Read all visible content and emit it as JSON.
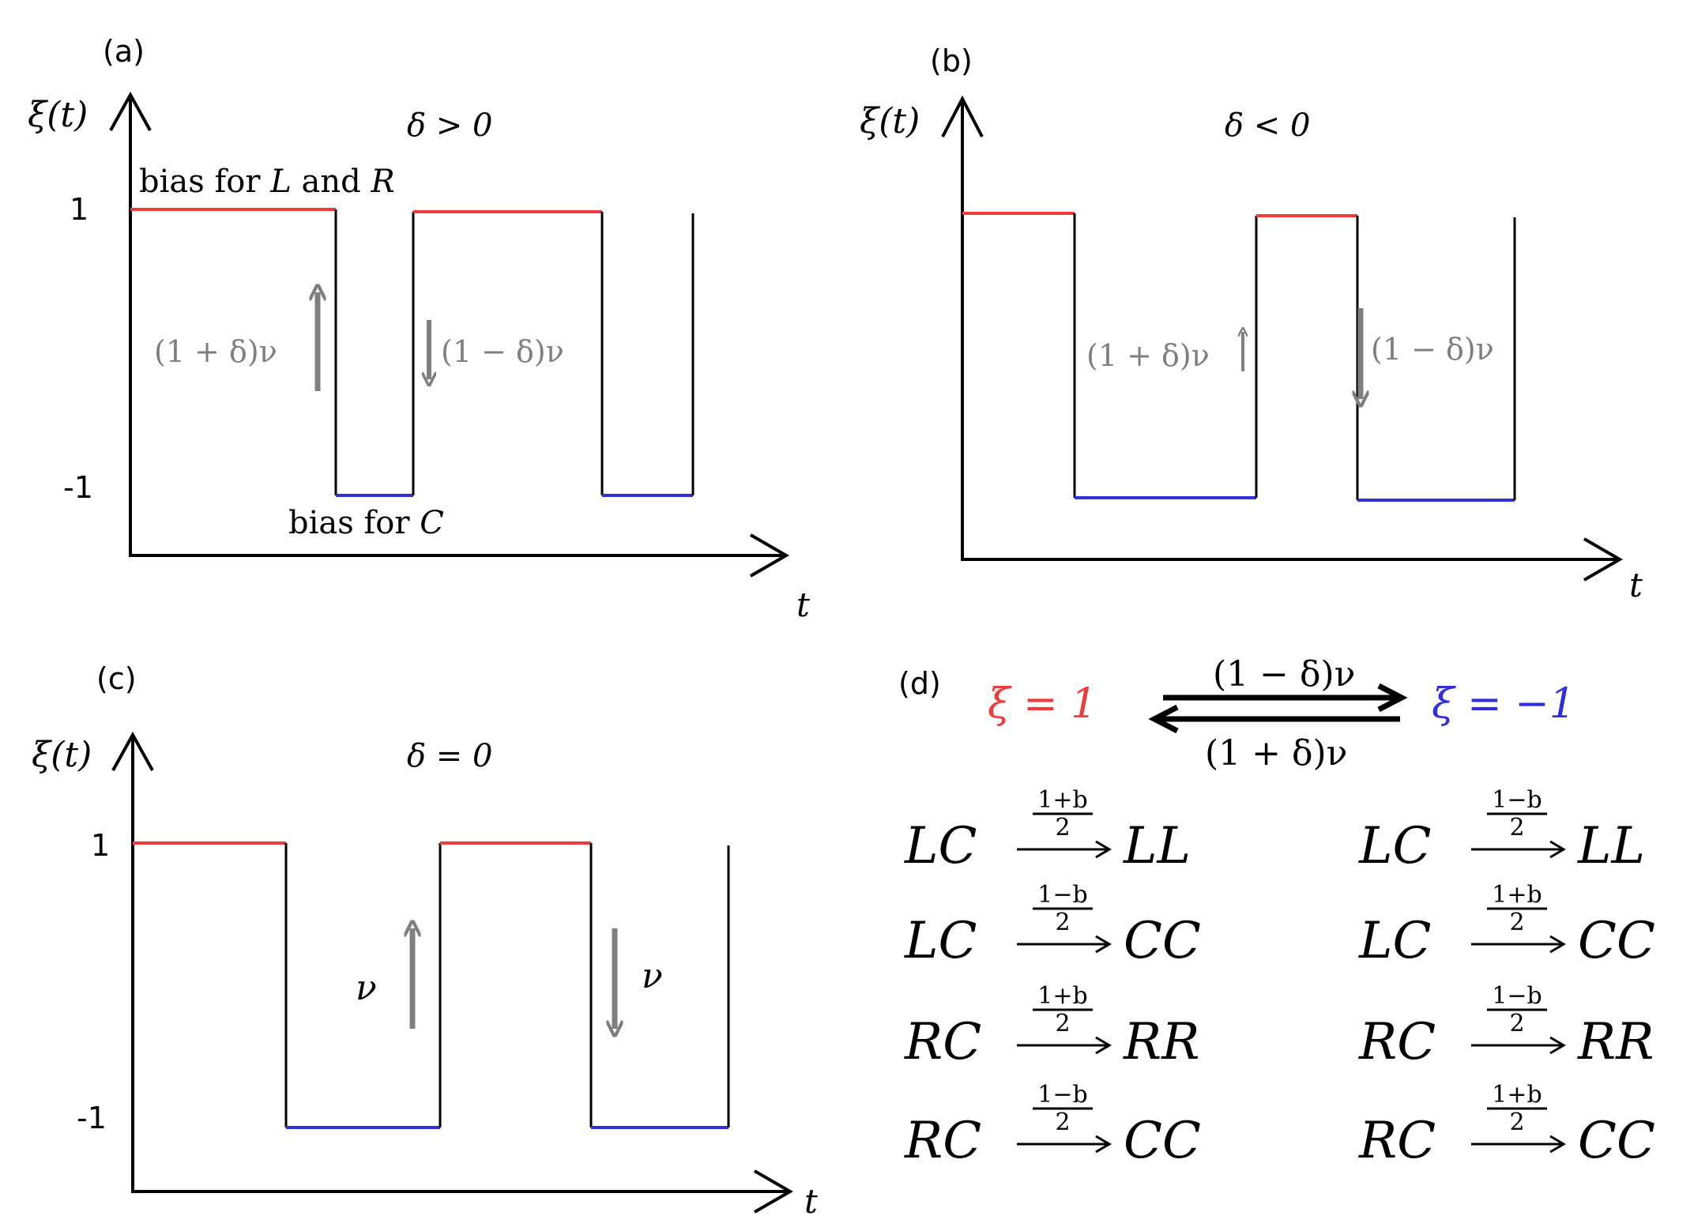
{
  "colors": {
    "red": "#ee3b3b",
    "blue": "#3030d8",
    "gray": "#7f7f7f",
    "black": "#000000"
  },
  "panels": {
    "a": {
      "label": "(a)",
      "y_axis_label": "ξ(t)",
      "x_axis_label": "t",
      "condition": "δ > 0",
      "tick_high": "1",
      "tick_low": "-1",
      "top_note_prefix": "bias for ",
      "top_note_L": "L",
      "top_note_and": " and ",
      "top_note_R": "R",
      "bottom_note_prefix": "bias for ",
      "bottom_note_C": "C",
      "up_rate": "(1 + δ)ν",
      "down_rate": "(1 − δ)ν"
    },
    "b": {
      "label": "(b)",
      "y_axis_label": "ξ(t)",
      "x_axis_label": "t",
      "condition": "δ < 0",
      "up_rate": "(1 + δ)ν",
      "down_rate": "(1 − δ)ν"
    },
    "c": {
      "label": "(c)",
      "y_axis_label": "ξ(t)",
      "x_axis_label": "t",
      "condition": "δ = 0",
      "tick_high": "1",
      "tick_low": "-1",
      "up_rate": "ν",
      "down_rate": "ν"
    },
    "d": {
      "label": "(d)",
      "state_plus": "ξ = 1",
      "state_minus": "ξ = −1",
      "rate_forward": "(1 − δ)ν",
      "rate_backward": "(1 + δ)ν",
      "reactions_left": [
        {
          "from": "LC",
          "num": "1+b",
          "den": "2",
          "to": "LL"
        },
        {
          "from": "LC",
          "num": "1−b",
          "den": "2",
          "to": "CC"
        },
        {
          "from": "RC",
          "num": "1+b",
          "den": "2",
          "to": "RR"
        },
        {
          "from": "RC",
          "num": "1−b",
          "den": "2",
          "to": "CC"
        }
      ],
      "reactions_right": [
        {
          "from": "LC",
          "num": "1−b",
          "den": "2",
          "to": "LL"
        },
        {
          "from": "LC",
          "num": "1+b",
          "den": "2",
          "to": "CC"
        },
        {
          "from": "RC",
          "num": "1−b",
          "den": "2",
          "to": "RR"
        },
        {
          "from": "RC",
          "num": "1+b",
          "den": "2",
          "to": "CC"
        }
      ]
    }
  }
}
